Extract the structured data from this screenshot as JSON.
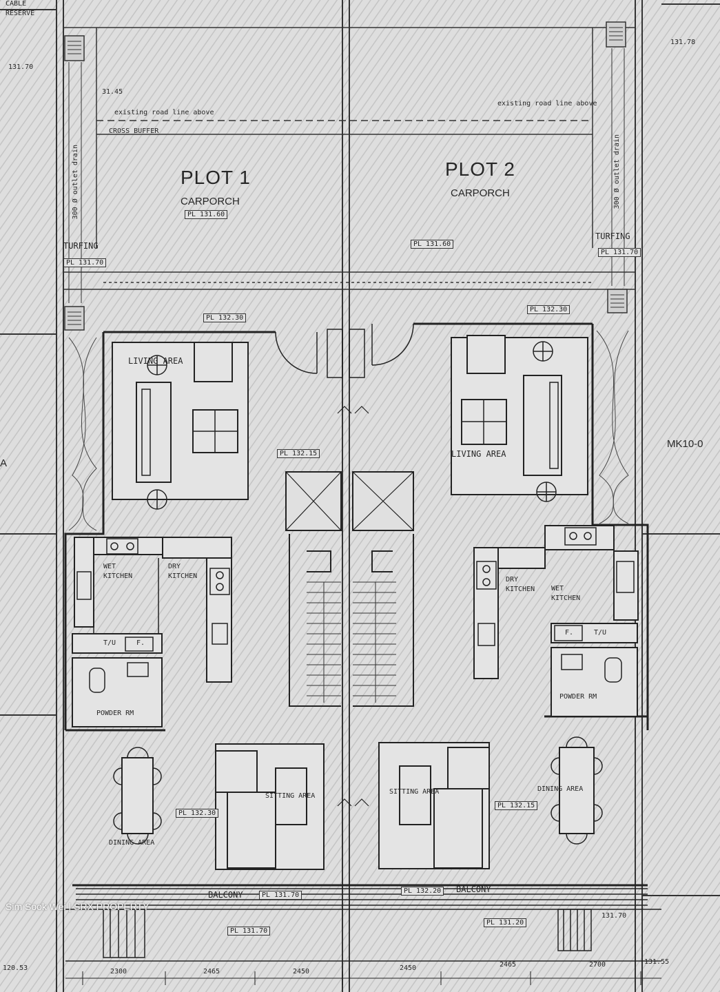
{
  "plot1": {
    "name": "PLOT 1",
    "carporch": "CARPORCH",
    "carporch_level": "PL 131.60",
    "turfing": "TURFING",
    "turfing_level": "PL 131.70",
    "front_level": "PL 132.30",
    "living": "LIVING AREA",
    "wet_kitchen": "WET KITCHEN",
    "dry_kitchen": "DRY KITCHEN",
    "tu": "T/U",
    "f": "F.",
    "powder": "POWDER RM",
    "dining": "DINING AREA",
    "sitting": "SITTING AREA",
    "dining_level": "PL 132.30",
    "balcony": "BALCONY",
    "balcony_level": "PL 131.70",
    "yard_level": "PL 131.70"
  },
  "plot2": {
    "name": "PLOT 2",
    "carporch": "CARPORCH",
    "carporch_level": "PL 131.60",
    "turfing": "TURFING",
    "turfing_level": "PL 131.70",
    "front_level": "PL 132.30",
    "living": "LIVING AREA",
    "wet_kitchen": "WET KITCHEN",
    "dry_kitchen": "DRY KITCHEN",
    "tu": "T/U",
    "f": "F.",
    "powder": "POWDER RM",
    "dining": "DINING AREA",
    "sitting": "SITTING AREA",
    "dining_level": "PL 132.15",
    "balcony": "BALCONY",
    "balcony_level": "PL 132.20",
    "yard_level": "PL 131.20"
  },
  "common": {
    "stair_level": "PL 132.15",
    "up": "UP",
    "crossover_note": "existing road line above",
    "buffer_note": "CROSS BUFFER",
    "drain_label": "300 Ø outlet drain",
    "side_label": "MK10-0",
    "side_left": "A",
    "top_left_note": "CABLE",
    "top_left_note2": "RESERVE"
  },
  "levels": {
    "top_left": "131.70",
    "top_right": "131.78",
    "mid_left": "31.45",
    "bottom_left": "120.53",
    "bottom_right": "131.55",
    "balcony_right": "131.70"
  },
  "dimensions": [
    "2300",
    "2465",
    "2450",
    "2450",
    "2465",
    "2700"
  ],
  "watermark": "Sim Sook Wei | SRX PROPERTY"
}
